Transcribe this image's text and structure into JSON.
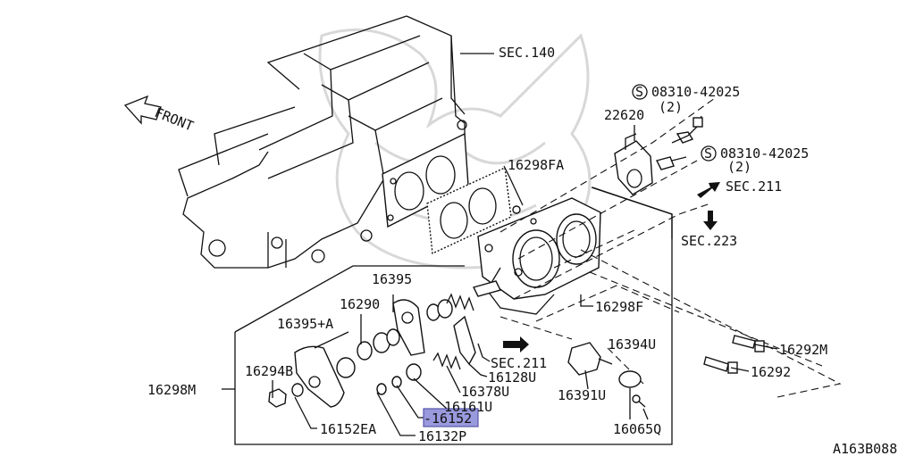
{
  "figure_id": "A163B088",
  "front_label": "FRONT",
  "section_refs": [
    "SEC.140",
    "SEC.211",
    "SEC.223",
    "SEC.211"
  ],
  "screw_spec_1": {
    "symbol": "S",
    "part": "08310-42025",
    "qty": "(2)"
  },
  "screw_spec_2": {
    "symbol": "S",
    "part": "08310-42025",
    "qty": "(2)"
  },
  "parts": {
    "p22620": "22620",
    "p16298FA": "16298FA",
    "p16395": "16395",
    "p16290": "16290",
    "p16395A": "16395+A",
    "p16298F": "16298F",
    "p16394U": "16394U",
    "p16292M": "16292M",
    "p16292": "16292",
    "p16294B": "16294B",
    "p16298M": "16298M",
    "p16128U": "16128U",
    "p16378U": "16378U",
    "p16391U": "16391U",
    "p16161U": "16161U",
    "p16152": "-16152",
    "p16152EA": "16152EA",
    "p16132P": "16132P",
    "p16065Q": "16065Q"
  },
  "highlight_color": "#9999dd"
}
